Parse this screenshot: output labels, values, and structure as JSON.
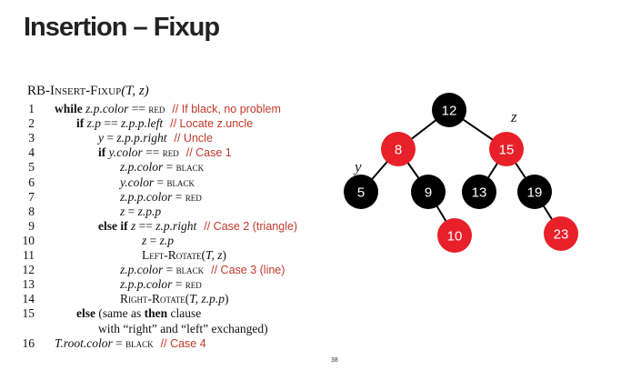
{
  "slide": {
    "title": "Insertion – Fixup",
    "page_number": "38"
  },
  "algorithm": {
    "name": "RB-Insert-Fixup",
    "params": "(T, z)",
    "lines": [
      {
        "num": "1",
        "indent": 0,
        "parts": [
          [
            "kw",
            "while "
          ],
          [
            "it",
            "z.p.color"
          ],
          [
            "t",
            " == "
          ],
          [
            "sc",
            "red"
          ]
        ],
        "comment": "// If black, no problem"
      },
      {
        "num": "2",
        "indent": 1,
        "parts": [
          [
            "kw",
            "if "
          ],
          [
            "it",
            "z.p"
          ],
          [
            "t",
            " == "
          ],
          [
            "it",
            "z.p.p.left"
          ]
        ],
        "comment": "// Locate z.uncle"
      },
      {
        "num": "3",
        "indent": 2,
        "parts": [
          [
            "it",
            "y"
          ],
          [
            "t",
            " = "
          ],
          [
            "it",
            "z.p.p.right"
          ]
        ],
        "comment": "// Uncle"
      },
      {
        "num": "4",
        "indent": 2,
        "parts": [
          [
            "kw",
            "if "
          ],
          [
            "it",
            "y.color"
          ],
          [
            "t",
            " == "
          ],
          [
            "sc",
            "red"
          ]
        ],
        "comment": "// Case 1"
      },
      {
        "num": "5",
        "indent": 3,
        "parts": [
          [
            "it",
            "z.p.color"
          ],
          [
            "t",
            " = "
          ],
          [
            "sc",
            "black"
          ]
        ],
        "comment": ""
      },
      {
        "num": "6",
        "indent": 3,
        "parts": [
          [
            "it",
            "y.color"
          ],
          [
            "t",
            " = "
          ],
          [
            "sc",
            "black"
          ]
        ],
        "comment": ""
      },
      {
        "num": "7",
        "indent": 3,
        "parts": [
          [
            "it",
            "z.p.p.color"
          ],
          [
            "t",
            " = "
          ],
          [
            "sc",
            "red"
          ]
        ],
        "comment": ""
      },
      {
        "num": "8",
        "indent": 3,
        "parts": [
          [
            "it",
            "z"
          ],
          [
            "t",
            " = "
          ],
          [
            "it",
            "z.p.p"
          ]
        ],
        "comment": ""
      },
      {
        "num": "9",
        "indent": 2,
        "parts": [
          [
            "kw",
            "else if "
          ],
          [
            "it",
            "z"
          ],
          [
            "t",
            " == "
          ],
          [
            "it",
            "z.p.right"
          ]
        ],
        "comment": "// Case 2 (triangle)"
      },
      {
        "num": "10",
        "indent": 4,
        "parts": [
          [
            "it",
            "z"
          ],
          [
            "t",
            " = "
          ],
          [
            "it",
            "z.p"
          ]
        ],
        "comment": ""
      },
      {
        "num": "11",
        "indent": 4,
        "parts": [
          [
            "sc",
            "Left-Rotate"
          ],
          [
            "t",
            "("
          ],
          [
            "it",
            "T, z"
          ],
          [
            "t",
            ")"
          ]
        ],
        "comment": ""
      },
      {
        "num": "12",
        "indent": 3,
        "parts": [
          [
            "it",
            "z.p.color"
          ],
          [
            "t",
            " = "
          ],
          [
            "sc",
            "black"
          ]
        ],
        "comment": "// Case 3 (line)"
      },
      {
        "num": "13",
        "indent": 3,
        "parts": [
          [
            "it",
            "z.p.p.color"
          ],
          [
            "t",
            " = "
          ],
          [
            "sc",
            "red"
          ]
        ],
        "comment": ""
      },
      {
        "num": "14",
        "indent": 3,
        "parts": [
          [
            "sc",
            "Right-Rotate"
          ],
          [
            "t",
            "("
          ],
          [
            "it",
            "T, z.p.p"
          ],
          [
            "t",
            ")"
          ]
        ],
        "comment": ""
      },
      {
        "num": "15",
        "indent": 1,
        "parts": [
          [
            "kw",
            "else "
          ],
          [
            "t",
            "(same as "
          ],
          [
            "kw",
            "then"
          ],
          [
            "t",
            " clause"
          ]
        ],
        "comment": ""
      },
      {
        "num": "",
        "indent": 2,
        "parts": [
          [
            "t",
            "with “right” and “left” exchanged)"
          ]
        ],
        "comment": ""
      },
      {
        "num": "16",
        "indent": 0,
        "parts": [
          [
            "it",
            "T.root.color"
          ],
          [
            "t",
            " = "
          ],
          [
            "sc",
            "black"
          ]
        ],
        "comment": "// Case 4"
      }
    ]
  },
  "tree": {
    "colors": {
      "black": "#000000",
      "red": "#e8202a",
      "edge": "#000000"
    },
    "nodes": [
      {
        "id": "n12",
        "label": "12",
        "color": "black"
      },
      {
        "id": "n8",
        "label": "8",
        "color": "red"
      },
      {
        "id": "n15",
        "label": "15",
        "color": "red"
      },
      {
        "id": "n5",
        "label": "5",
        "color": "black"
      },
      {
        "id": "n9",
        "label": "9",
        "color": "black"
      },
      {
        "id": "n13",
        "label": "13",
        "color": "black"
      },
      {
        "id": "n19",
        "label": "19",
        "color": "black"
      },
      {
        "id": "n10",
        "label": "10",
        "color": "red"
      },
      {
        "id": "n23",
        "label": "23",
        "color": "red"
      }
    ],
    "edges": [
      [
        "n12",
        "n8"
      ],
      [
        "n12",
        "n15"
      ],
      [
        "n8",
        "n5"
      ],
      [
        "n8",
        "n9"
      ],
      [
        "n15",
        "n13"
      ],
      [
        "n15",
        "n19"
      ],
      [
        "n9",
        "n10"
      ],
      [
        "n19",
        "n23"
      ]
    ],
    "markers": [
      {
        "id": "z",
        "text": "z",
        "node": "n15"
      },
      {
        "id": "y",
        "text": "y",
        "node": "n8"
      }
    ]
  }
}
